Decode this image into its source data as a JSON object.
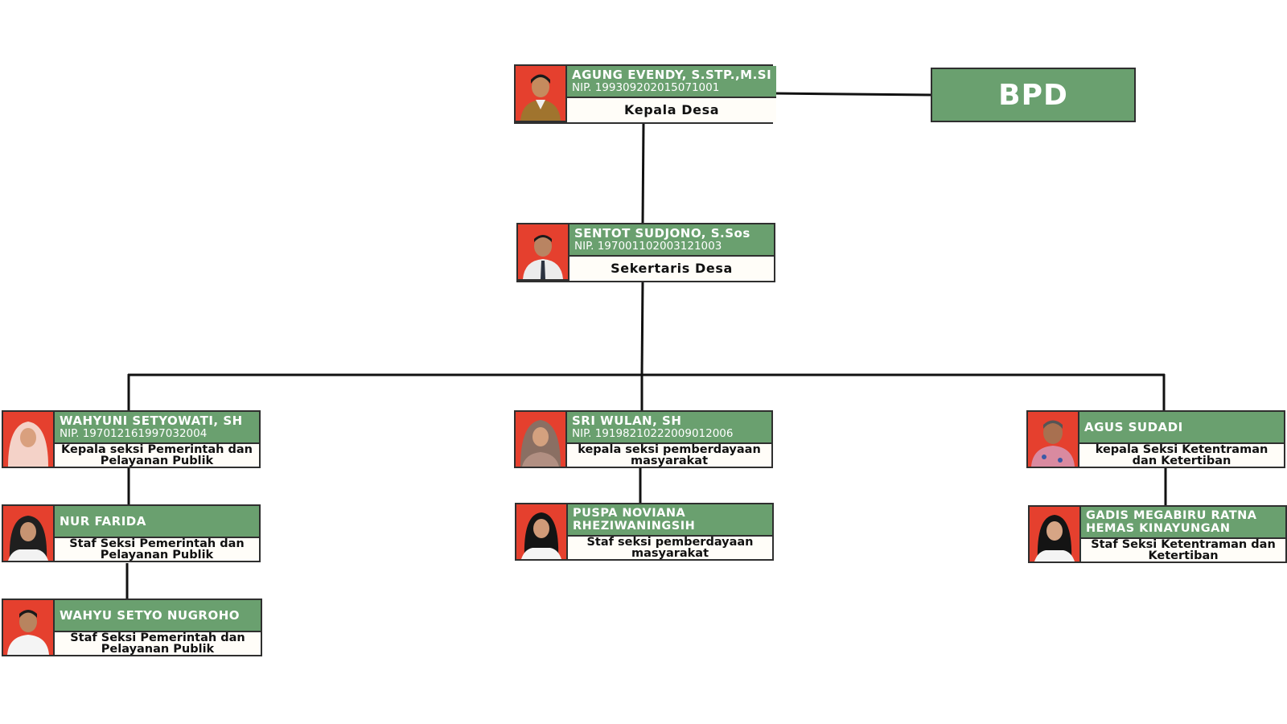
{
  "bpd": {
    "label": "BPD"
  },
  "kepala": {
    "name": "AGUNG EVENDY, S.STP.,M.SI",
    "nip": "NIP. 199309202015071001",
    "role": "Kepala Desa"
  },
  "sekretaris": {
    "name": "SENTOT SUDJONO, S.Sos",
    "nip": "NIP. 197001102003121003",
    "role": "Sekertaris Desa"
  },
  "left_column": [
    {
      "name": "WAHYUNI SETYOWATI, SH",
      "nip": "NIP. 197012161997032004",
      "role": "Kepala seksi Pemerintah dan Pelayanan Publik"
    },
    {
      "name": "NUR FARIDA",
      "role": "Staf Seksi Pemerintah dan Pelayanan Publik"
    },
    {
      "name": "WAHYU SETYO NUGROHO",
      "role": "Staf Seksi Pemerintah dan Pelayanan Publik"
    }
  ],
  "middle_column": [
    {
      "name": "SRI WULAN, SH",
      "nip": "NIP. 19198210222009012006",
      "role": "kepala seksi pemberdayaan masyarakat"
    },
    {
      "name": "PUSPA NOVIANA RHEZIWANINGSIH",
      "role": "Staf seksi pemberdayaan masyarakat"
    }
  ],
  "right_column": [
    {
      "name": "AGUS SUDADI",
      "role": "kepala Seksi Ketentraman dan Ketertiban"
    },
    {
      "name": "GADIS MEGABIRU RATNA HEMAS KINAYUNGAN",
      "role": "Staf Seksi Ketentraman dan Ketertiban"
    }
  ],
  "colors": {
    "header_green": "#6aa06f",
    "photo_red": "#e5402e",
    "border": "#2f2f2f",
    "role_bg": "#fffdf8"
  },
  "photo_icons": [
    "man-uniform-portrait",
    "man-shirt-tie-portrait",
    "woman-hijab-portrait",
    "woman-black-hijab-portrait",
    "man-white-shirt-portrait",
    "woman-hijab-portrait",
    "woman-black-hijab-portrait",
    "man-batik-portrait",
    "woman-black-hijab-portrait"
  ]
}
